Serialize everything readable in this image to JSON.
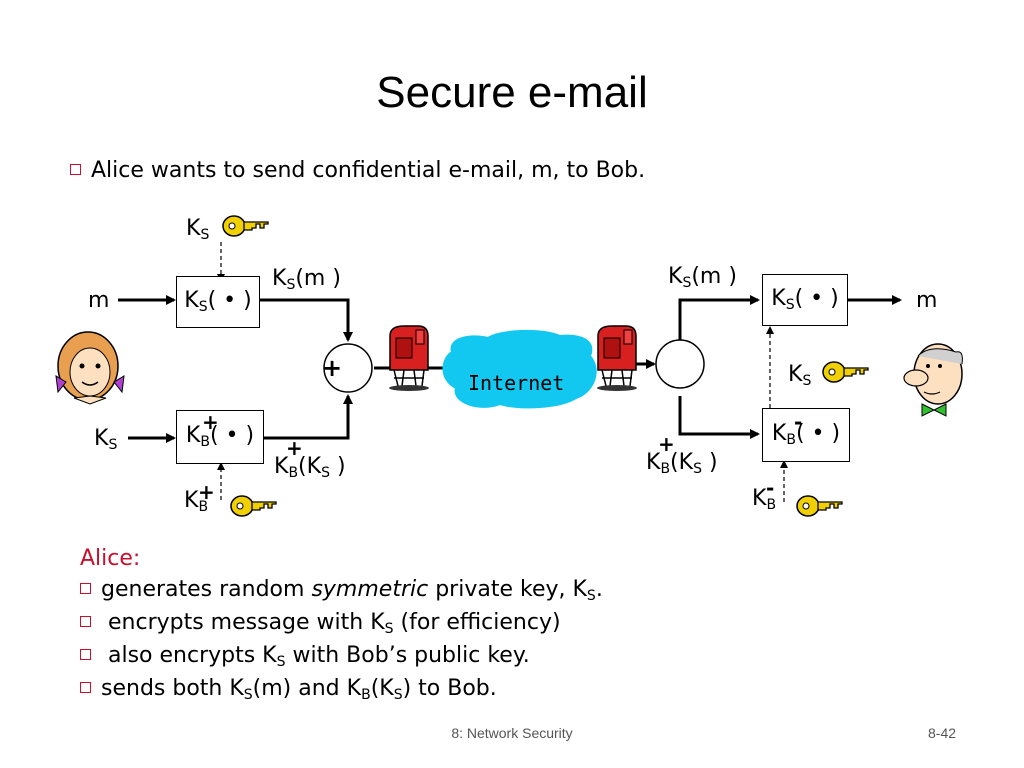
{
  "slide": {
    "title": "Secure e-mail",
    "intro": "Alice wants to send confidential e-mail, m, to Bob."
  },
  "diagram": {
    "message": "m",
    "key_letter": "K",
    "session_sub": "S",
    "bob_sub": "B",
    "plus_sign": "+",
    "minus_sign": "-",
    "encrypt_func": "( • )",
    "sym_cipher_m": "(m )",
    "cipher_open": "(K",
    "cipher_close": " )",
    "internet": "Internet",
    "icons": {
      "key": "key-icon",
      "mailbox": "mailbox-icon",
      "alice": "alice-face-icon",
      "bob": "bob-face-icon",
      "cloud": "internet-cloud"
    },
    "colors": {
      "cloud": "#12c8f0",
      "mailbox": "#d82020",
      "accent": "#c8102e",
      "key": "#f0d000"
    }
  },
  "notes": {
    "heading": "Alice:",
    "line1_pre": "generates random ",
    "line1_italic": "symmetric",
    "line1_post": " private key, K",
    "line1_sub": "S",
    "line1_end": ".",
    "line2_pre": " encrypts message with K",
    "line2_sub": "S",
    "line2_post": "  (for efficiency)",
    "line3_pre": " also encrypts K",
    "line3_sub": "S",
    "line3_post": " with Bob’s public key.",
    "line4_a": "sends both K",
    "line4_a_sub": "S",
    "line4_b": "(m) and K",
    "line4_b_sub": "B",
    "line4_c": "(K",
    "line4_c_sub": "S",
    "line4_d": ") to Bob."
  },
  "footer": {
    "center": "8: Network Security",
    "page": "8-42"
  }
}
